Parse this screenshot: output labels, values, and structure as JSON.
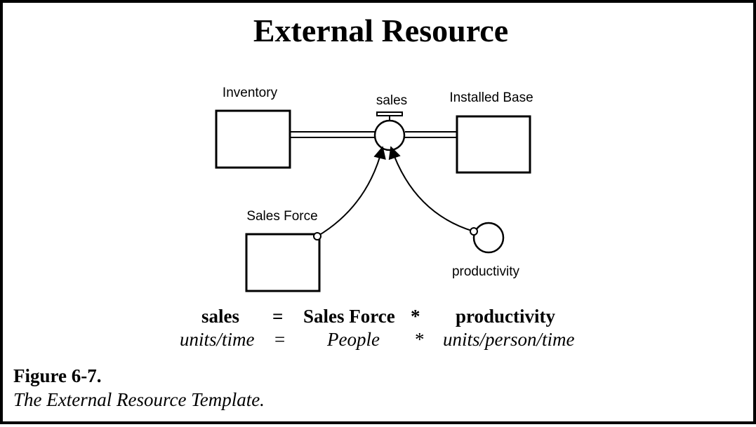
{
  "title": "External Resource",
  "diagram": {
    "stocks": {
      "inventory": "Inventory",
      "installed_base": "Installed Base",
      "sales_force": "Sales Force"
    },
    "flow": "sales",
    "auxiliary": "productivity"
  },
  "equation": {
    "lhs": "sales",
    "equals": "=",
    "term1": "Sales Force",
    "times": "*",
    "term2": "productivity"
  },
  "units": {
    "lhs": "units/time",
    "equals": "=",
    "term1": "People",
    "times": "*",
    "term2": "units/person/time"
  },
  "caption": {
    "label": "Figure 6-7.",
    "text": "The External Resource Template."
  }
}
